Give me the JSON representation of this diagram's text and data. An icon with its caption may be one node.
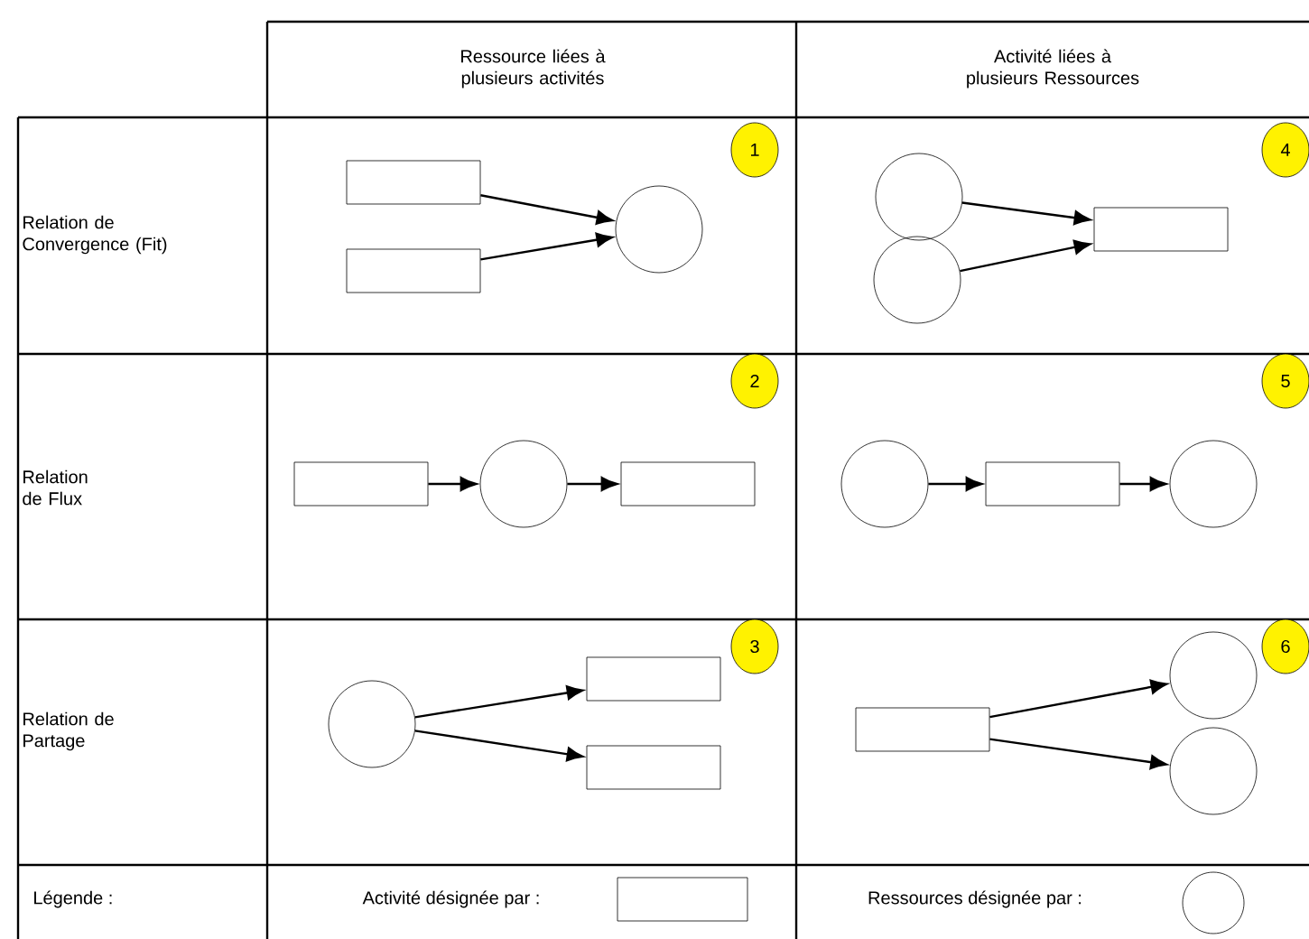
{
  "diagram": {
    "nodes": [
      {
        "text": [],
        "shape": "box"
      },
      {
        "text": [],
        "shape": "box"
      },
      {
        "text": [],
        "shape": "circle"
      },
      {
        "text": [],
        "shape": "circle"
      },
      {
        "text": [],
        "shape": "circle"
      },
      {
        "text": [],
        "shape": "box"
      },
      {
        "text": [],
        "shape": "box"
      },
      {
        "text": [],
        "shape": "circle"
      },
      {
        "text": [],
        "shape": "box"
      },
      {
        "text": [],
        "shape": "circle"
      },
      {
        "text": [],
        "shape": "box"
      },
      {
        "text": [],
        "shape": "circle"
      },
      {
        "text": [],
        "shape": "circle"
      },
      {
        "text": [],
        "shape": "box"
      },
      {
        "text": [],
        "shape": "box"
      },
      {
        "text": [],
        "shape": "box"
      },
      {
        "text": [],
        "shape": "circle"
      },
      {
        "text": [],
        "shape": "circle"
      }
    ],
    "edges": [
      {
        "from": 0,
        "to": 2,
        "arrow": "to"
      },
      {
        "from": 1,
        "to": 2,
        "arrow": "to"
      },
      {
        "from": 3,
        "to": 5,
        "arrow": "to"
      },
      {
        "from": 4,
        "to": 5,
        "arrow": "to"
      },
      {
        "from": 6,
        "to": 7,
        "arrow": "to"
      },
      {
        "from": 7,
        "to": 8,
        "arrow": "to"
      },
      {
        "from": 9,
        "to": 10,
        "arrow": "to"
      },
      {
        "from": 10,
        "to": 11,
        "arrow": "to"
      },
      {
        "from": 12,
        "to": 13,
        "arrow": "to"
      },
      {
        "from": 12,
        "to": 14,
        "arrow": "to"
      },
      {
        "from": 15,
        "to": 16,
        "arrow": "to"
      },
      {
        "from": 15,
        "to": 17,
        "arrow": "to"
      }
    ],
    "labels": [
      "Ressource liées à plusieurs activités",
      "Activité liées à plusieurs Ressources",
      "Relation de Convergence (Fit)",
      "1",
      "4",
      "Relation de Flux",
      "2",
      "5",
      "Relation de Partage",
      "3",
      "6",
      "Légende :"
    ],
    "legend": [
      {
        "text": "Activité désignée par :"
      },
      {
        "text": "Ressources désignée par :"
      }
    ]
  }
}
